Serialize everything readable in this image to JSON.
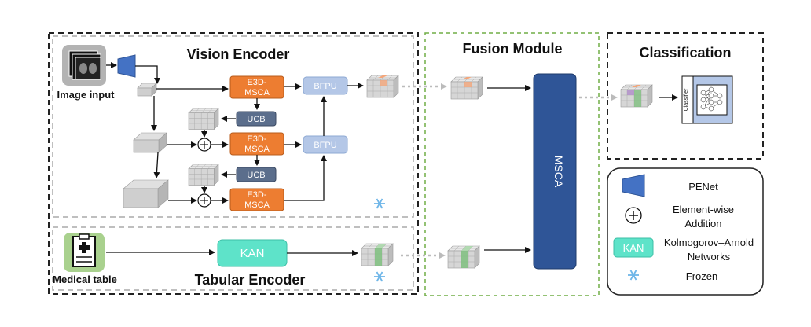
{
  "titles": {
    "vision_encoder": "Vision Encoder",
    "fusion_module": "Fusion Module",
    "classification": "Classification",
    "tabular_encoder": "Tabular Encoder"
  },
  "labels": {
    "image_input": "Image input",
    "medical_table": "Medical table",
    "classifier": "Classifier"
  },
  "blocks": {
    "e3d_line1": "E3D-",
    "e3d_line2": "MSCA",
    "ucb": "UCB",
    "bfpu": "BFPU",
    "kan": "KAN",
    "msca": "MSCA"
  },
  "legend": {
    "penet": "PENet",
    "addition_line1": "Element-wise",
    "addition_line2": "Addition",
    "kan_badge": "KAN",
    "kan_line1": "Kolmogorov–Arnold",
    "kan_line2": "Networks",
    "frozen": "Frozen"
  },
  "colors": {
    "e3d_msca": "#ED7D31",
    "ucb": "#5B6E8C",
    "bfpu": "#B4C7E7",
    "kan": "#5EE3C9",
    "msca": "#2F5597",
    "penet": "#4472C4",
    "snowflake": "#6FB6E8",
    "fusion_border": "#70AD47"
  },
  "icons": {
    "frozen": "snowflake-icon",
    "image_input": "ct-scan-stack-icon",
    "medical_table": "medical-record-icon",
    "addition": "plus-circle-icon"
  }
}
